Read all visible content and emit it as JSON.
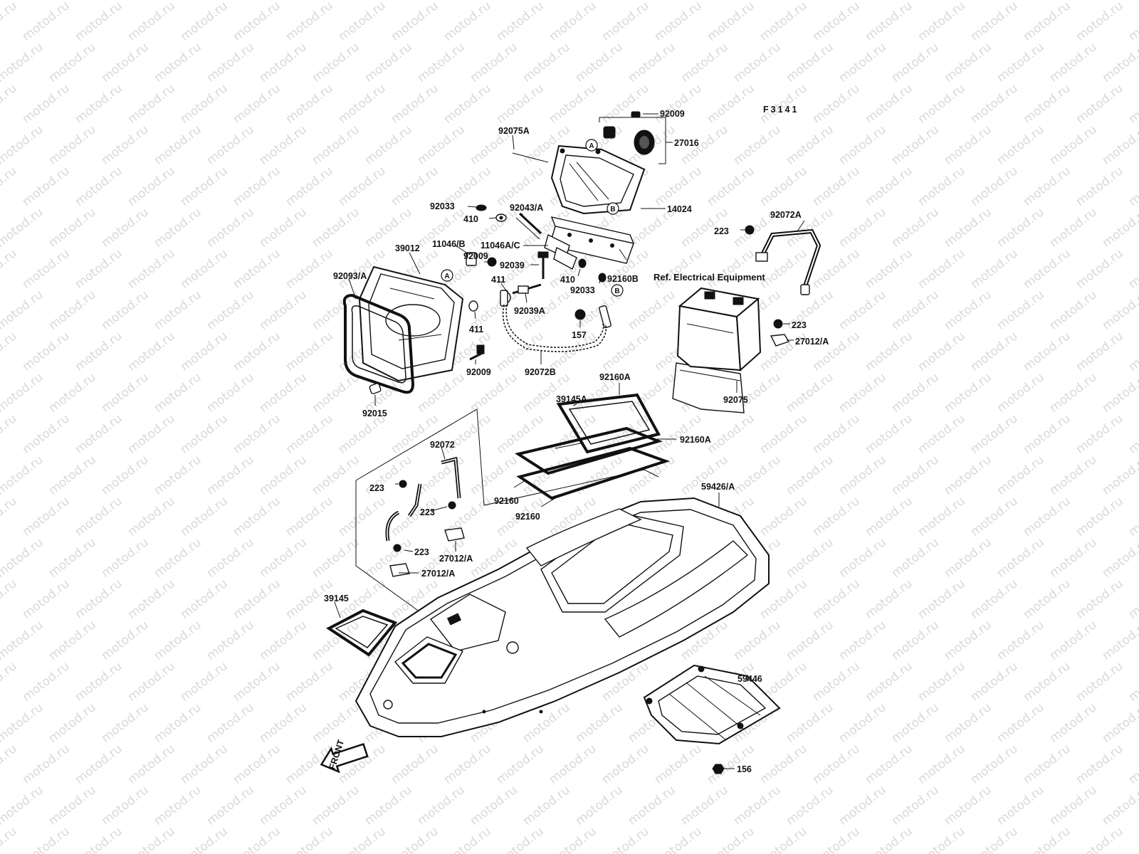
{
  "diagram": {
    "code": "F3141",
    "ref_note": "Ref. Electrical Equipment",
    "front_label": "FRONT",
    "watermark": "motod.ru",
    "callouts": {
      "a1": "A",
      "a2": "A",
      "b1": "B",
      "b2": "B"
    },
    "labels": {
      "p92009_top": "92009",
      "p27016": "27016",
      "p92075a": "92075A",
      "p14024": "14024",
      "p92033_a": "92033",
      "p410_a": "410",
      "p92043a": "92043/A",
      "p39012": "39012",
      "p11046b": "11046/B",
      "p11046ac": "11046A/C",
      "p92009_b": "92009",
      "p92039": "92039",
      "p92093a": "92093/A",
      "p411_a": "411",
      "p410_b": "410",
      "p92160b": "92160B",
      "p92033_b": "92033",
      "p92039a": "92039A",
      "p411_b": "411",
      "p157": "157",
      "p92009_c": "92009",
      "p92072b": "92072B",
      "p92015": "92015",
      "p223_a": "223",
      "p92072a": "92072A",
      "p223_b": "223",
      "p27012a_a": "27012/A",
      "p92075": "92075",
      "p92160a_a": "92160A",
      "p39145a": "39145A",
      "p92160a_b": "92160A",
      "p92072": "92072",
      "p223_c": "223",
      "p223_d": "223",
      "p223_e": "223",
      "p27012a_b": "27012/A",
      "p27012a_c": "27012/A",
      "p92160_a": "92160",
      "p92160_b": "92160",
      "p59426a": "59426/A",
      "p39145": "39145",
      "p59446": "59446",
      "p156": "156"
    }
  }
}
